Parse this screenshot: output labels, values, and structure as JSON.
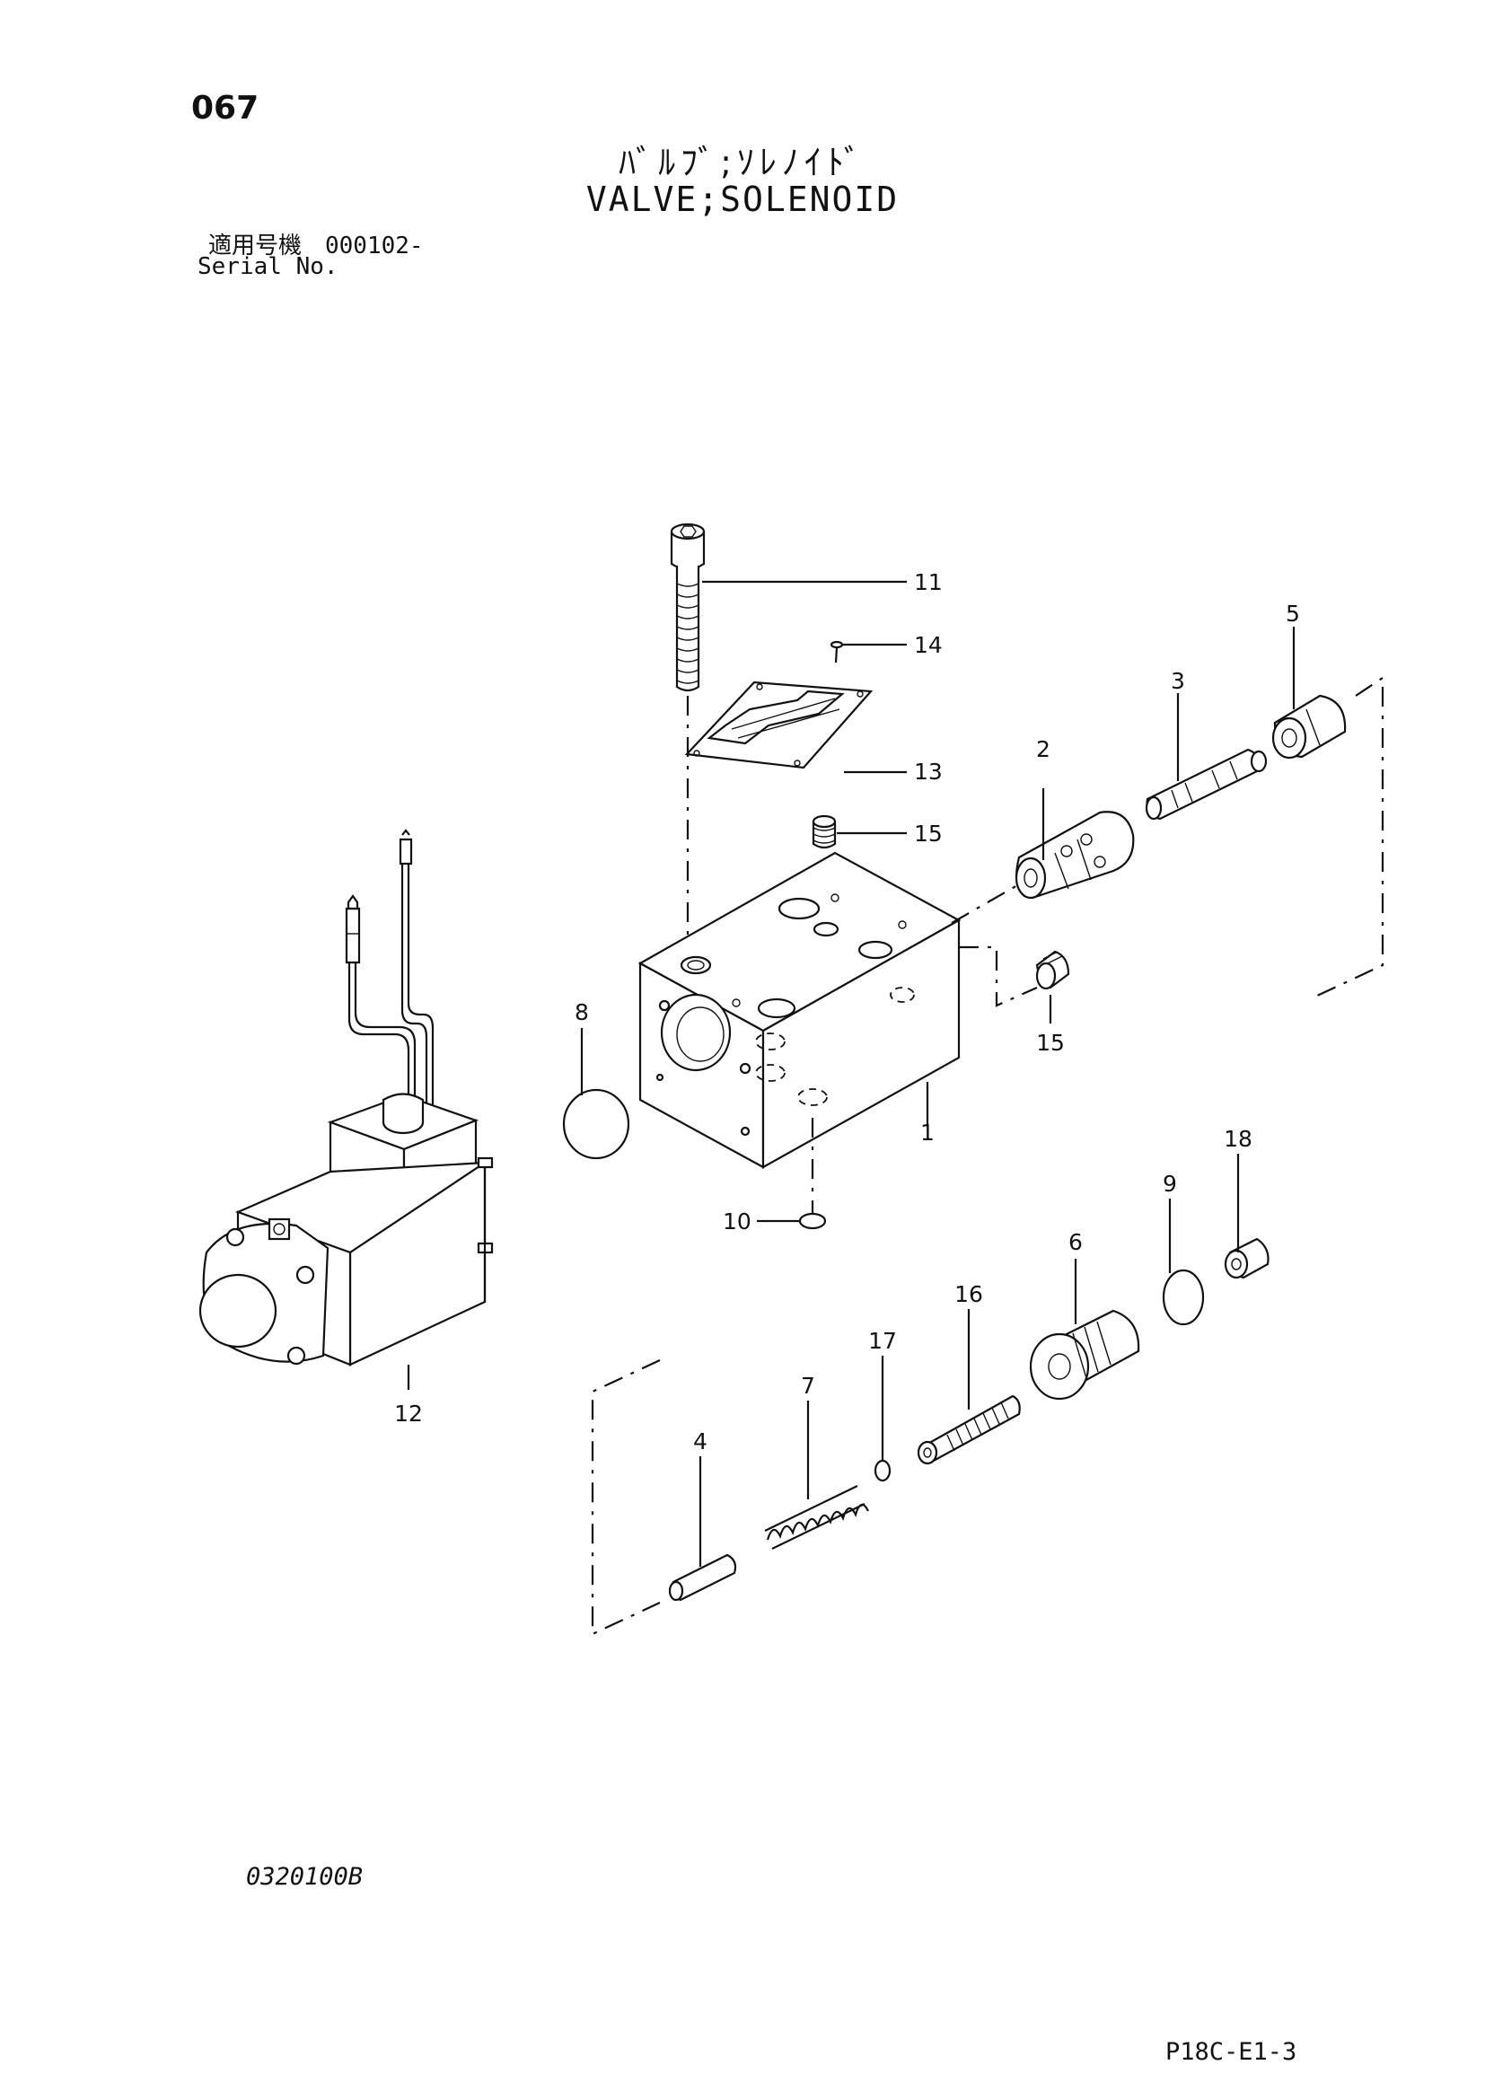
{
  "header": {
    "page_number": "067",
    "title_jp": "ﾊﾞﾙﾌﾞ;ｿﾚﾉｲﾄﾞ",
    "title_en": "VALVE;SOLENOID",
    "serial_label_jp": "適用号機　000102-",
    "serial_label_en": "Serial No."
  },
  "footer": {
    "figure_code": "0320100B",
    "sheet_id": "P18C-E1-3"
  },
  "callouts": {
    "c1": "1",
    "c2": "2",
    "c3": "3",
    "c4": "4",
    "c5": "5",
    "c6": "6",
    "c7": "7",
    "c8": "8",
    "c9": "9",
    "c10": "10",
    "c11": "11",
    "c12": "12",
    "c13": "13",
    "c14": "14",
    "c15a": "15",
    "c15b": "15",
    "c16": "16",
    "c17": "17",
    "c18": "18"
  }
}
